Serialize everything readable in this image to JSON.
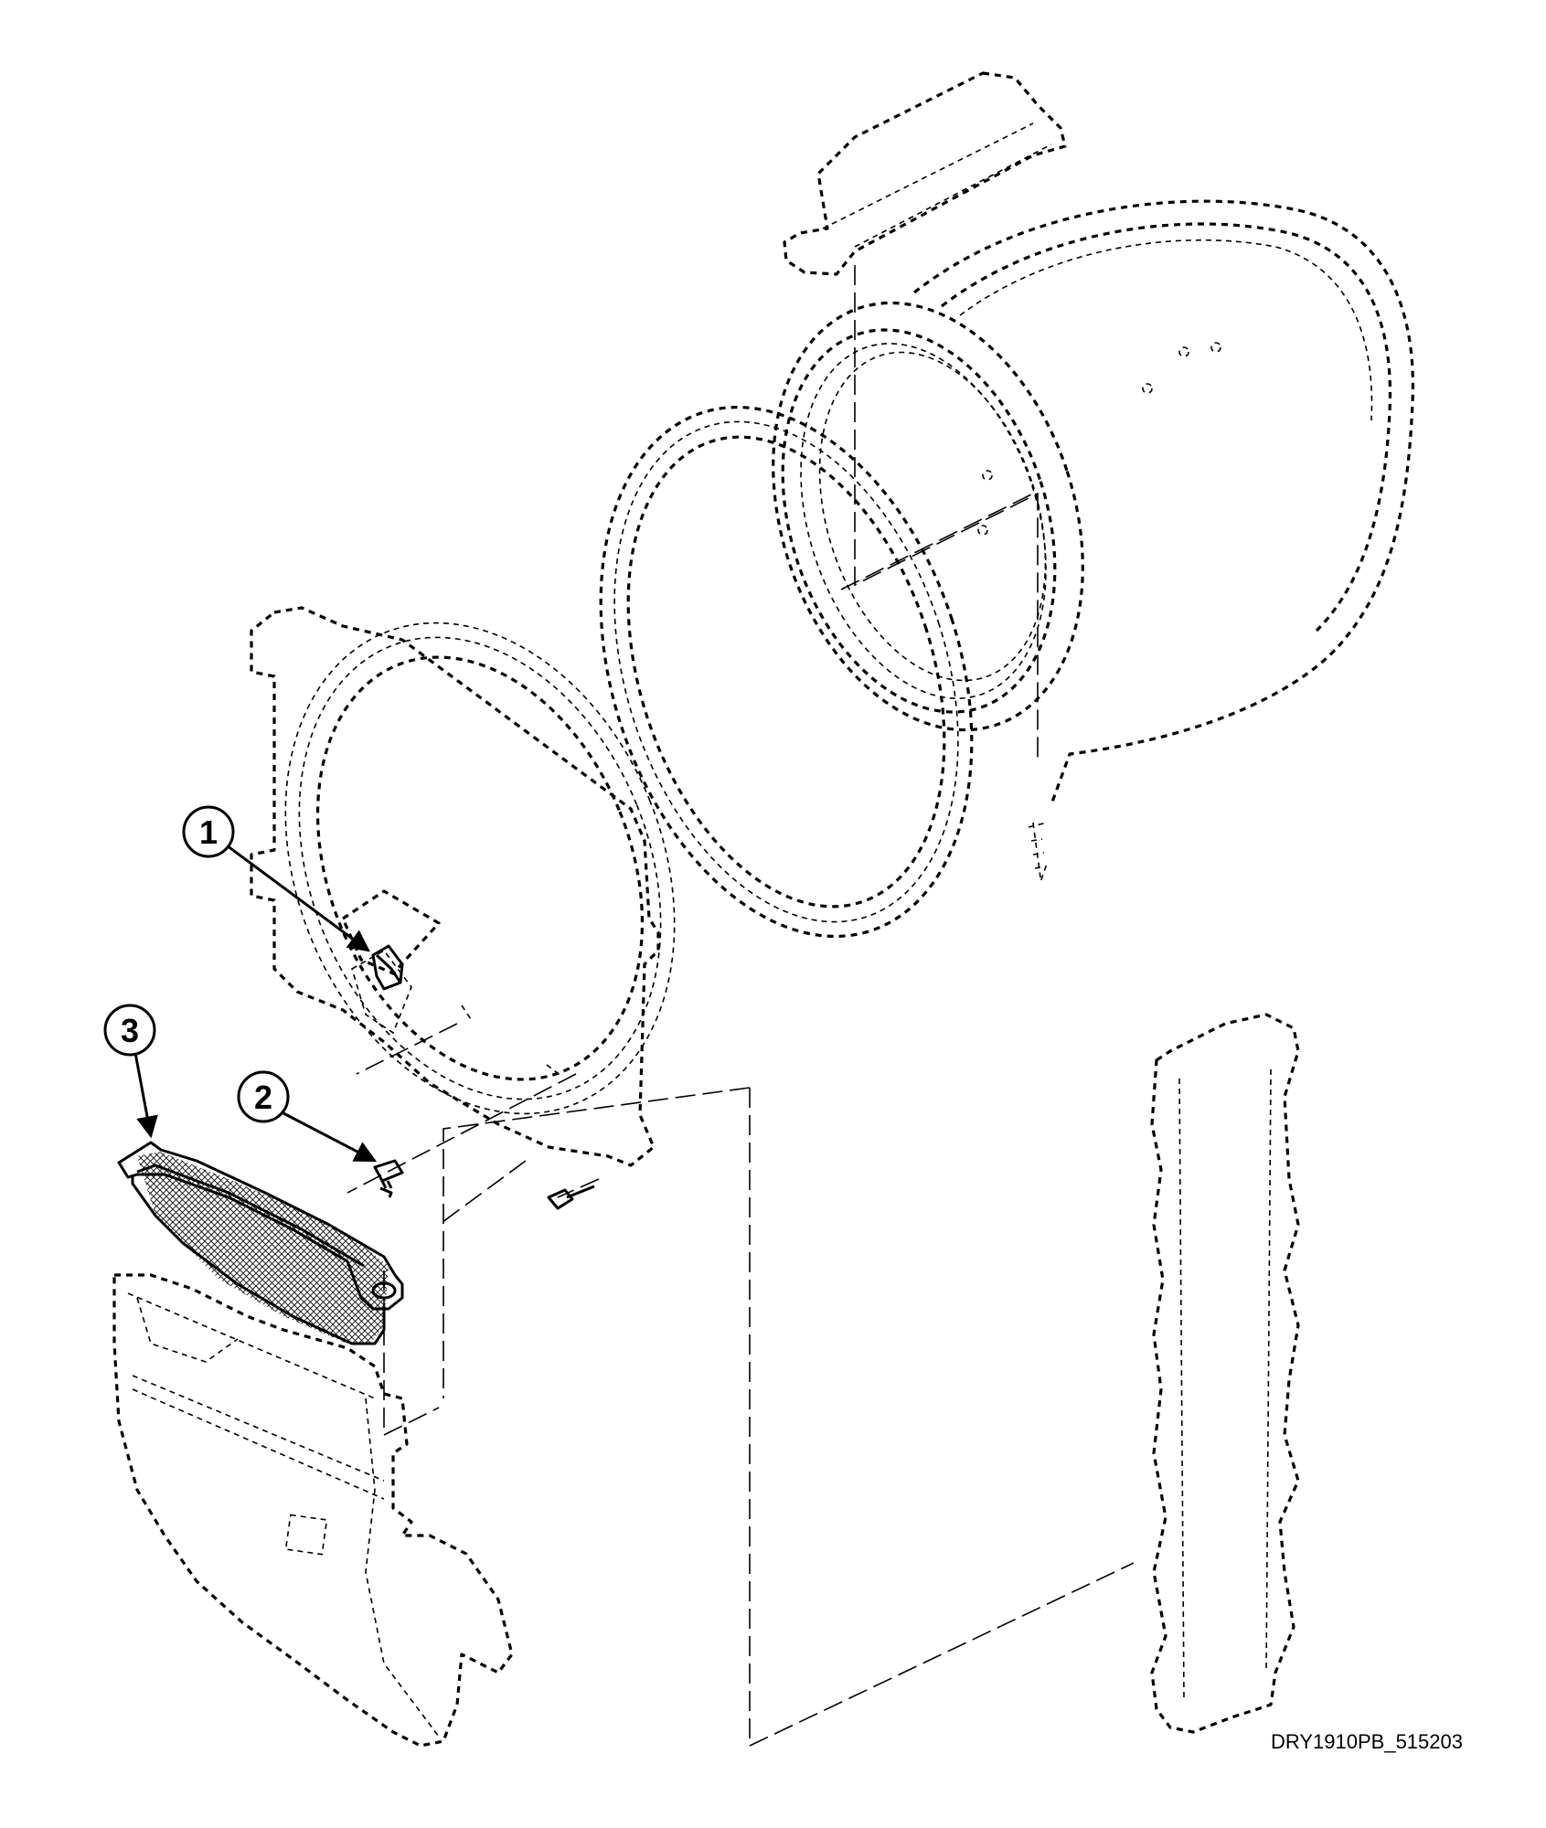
{
  "callouts": [
    {
      "label": "1",
      "part": "sensor"
    },
    {
      "label": "2",
      "part": "screw"
    },
    {
      "label": "3",
      "part": "lint-filter"
    }
  ],
  "drawing_code": "DRY1910PB_515203",
  "colors": {
    "line": "#000000",
    "background": "#ffffff"
  }
}
